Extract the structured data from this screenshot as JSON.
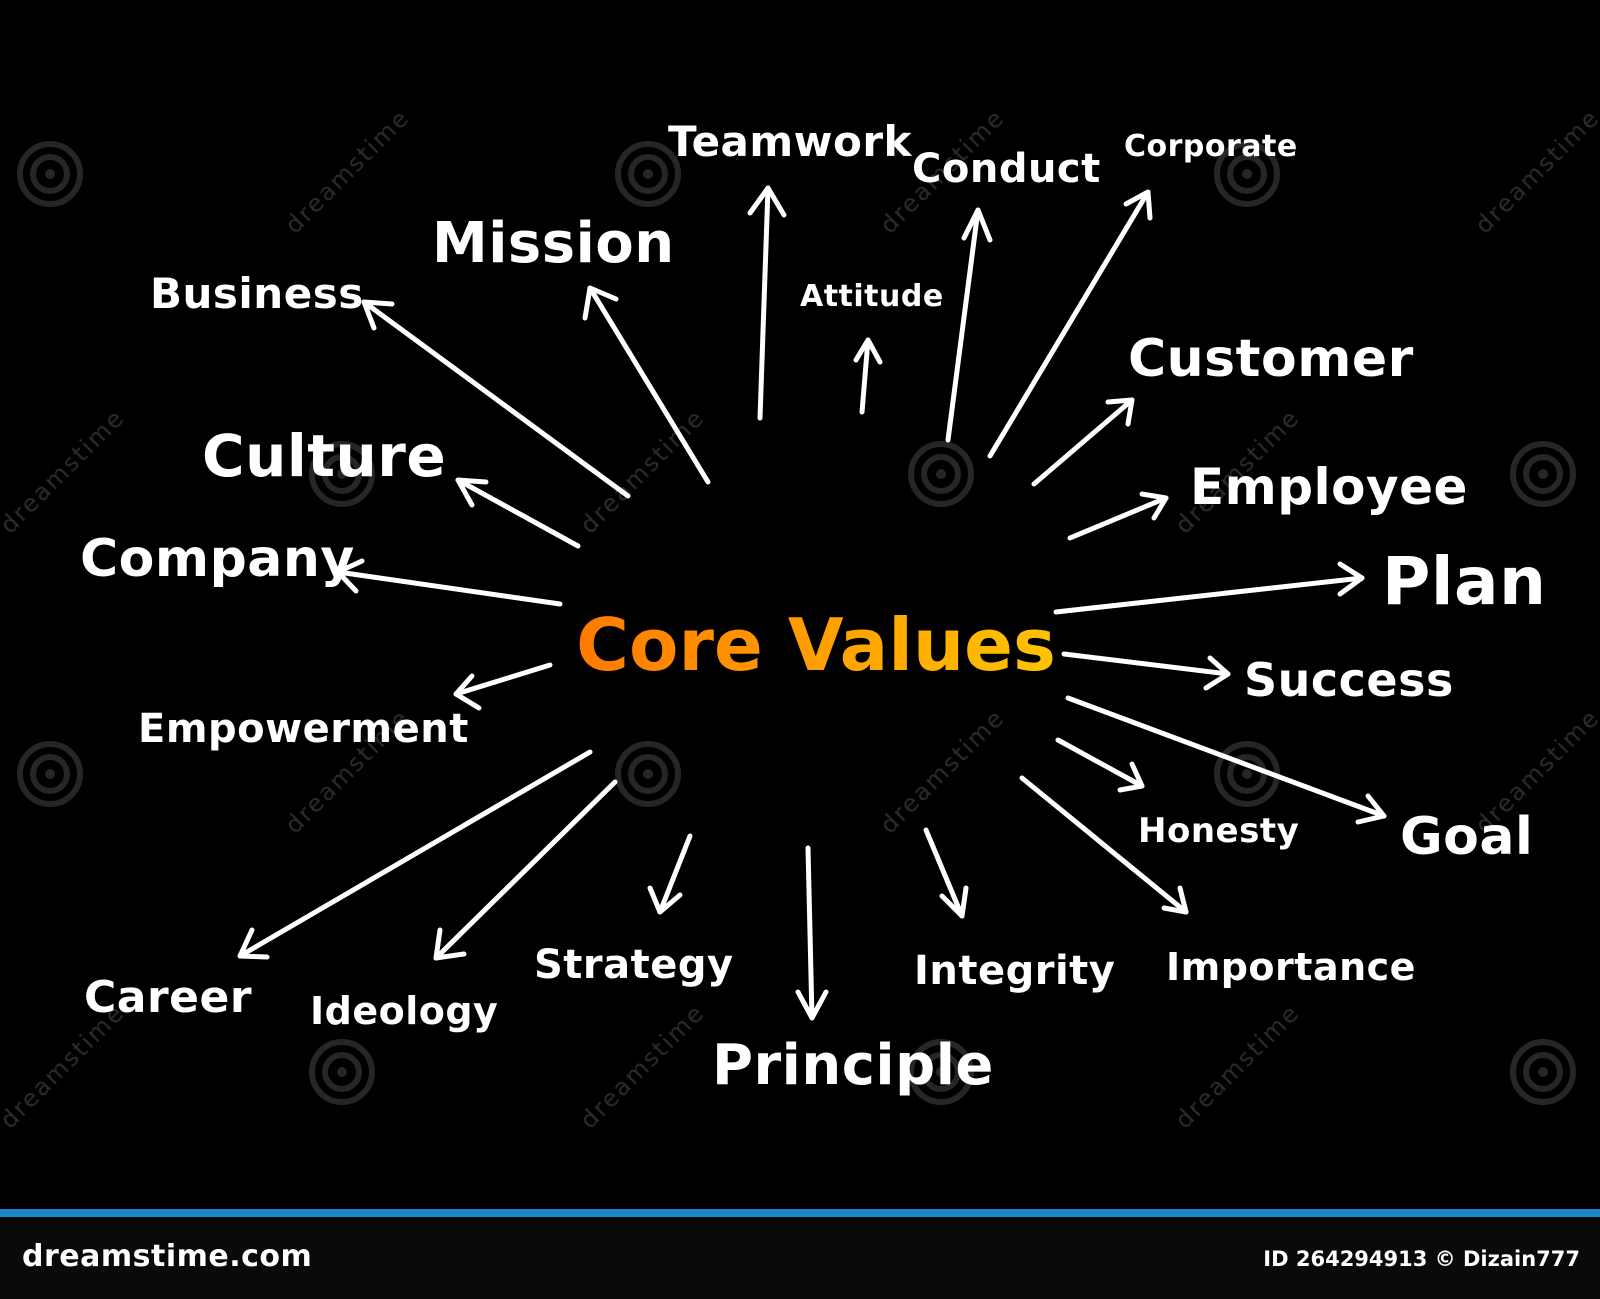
{
  "center": {
    "label": "Core Values",
    "gradient_start": "#ff7a00",
    "gradient_end": "#ffc300"
  },
  "terms": [
    {
      "id": "teamwork",
      "label": "Teamwork"
    },
    {
      "id": "mission",
      "label": "Mission"
    },
    {
      "id": "business",
      "label": "Business"
    },
    {
      "id": "culture",
      "label": "Culture"
    },
    {
      "id": "company",
      "label": "Company"
    },
    {
      "id": "empowerment",
      "label": "Empowerment"
    },
    {
      "id": "career",
      "label": "Career"
    },
    {
      "id": "ideology",
      "label": "Ideology"
    },
    {
      "id": "strategy",
      "label": "Strategy"
    },
    {
      "id": "principle",
      "label": "Principle"
    },
    {
      "id": "integrity",
      "label": "Integrity"
    },
    {
      "id": "importance",
      "label": "Importance"
    },
    {
      "id": "honesty",
      "label": "Honesty"
    },
    {
      "id": "goal",
      "label": "Goal"
    },
    {
      "id": "success",
      "label": "Success"
    },
    {
      "id": "plan",
      "label": "Plan"
    },
    {
      "id": "employee",
      "label": "Employee"
    },
    {
      "id": "customer",
      "label": "Customer"
    },
    {
      "id": "corporate",
      "label": "Corporate"
    },
    {
      "id": "conduct",
      "label": "Conduct"
    },
    {
      "id": "attitude",
      "label": "Attitude"
    }
  ],
  "watermark": {
    "text": "dreamstime"
  },
  "footer": {
    "site": "dreamstime.com",
    "credit": "ID 264294913 © Dizain777",
    "accent_color": "#1a86c7"
  }
}
